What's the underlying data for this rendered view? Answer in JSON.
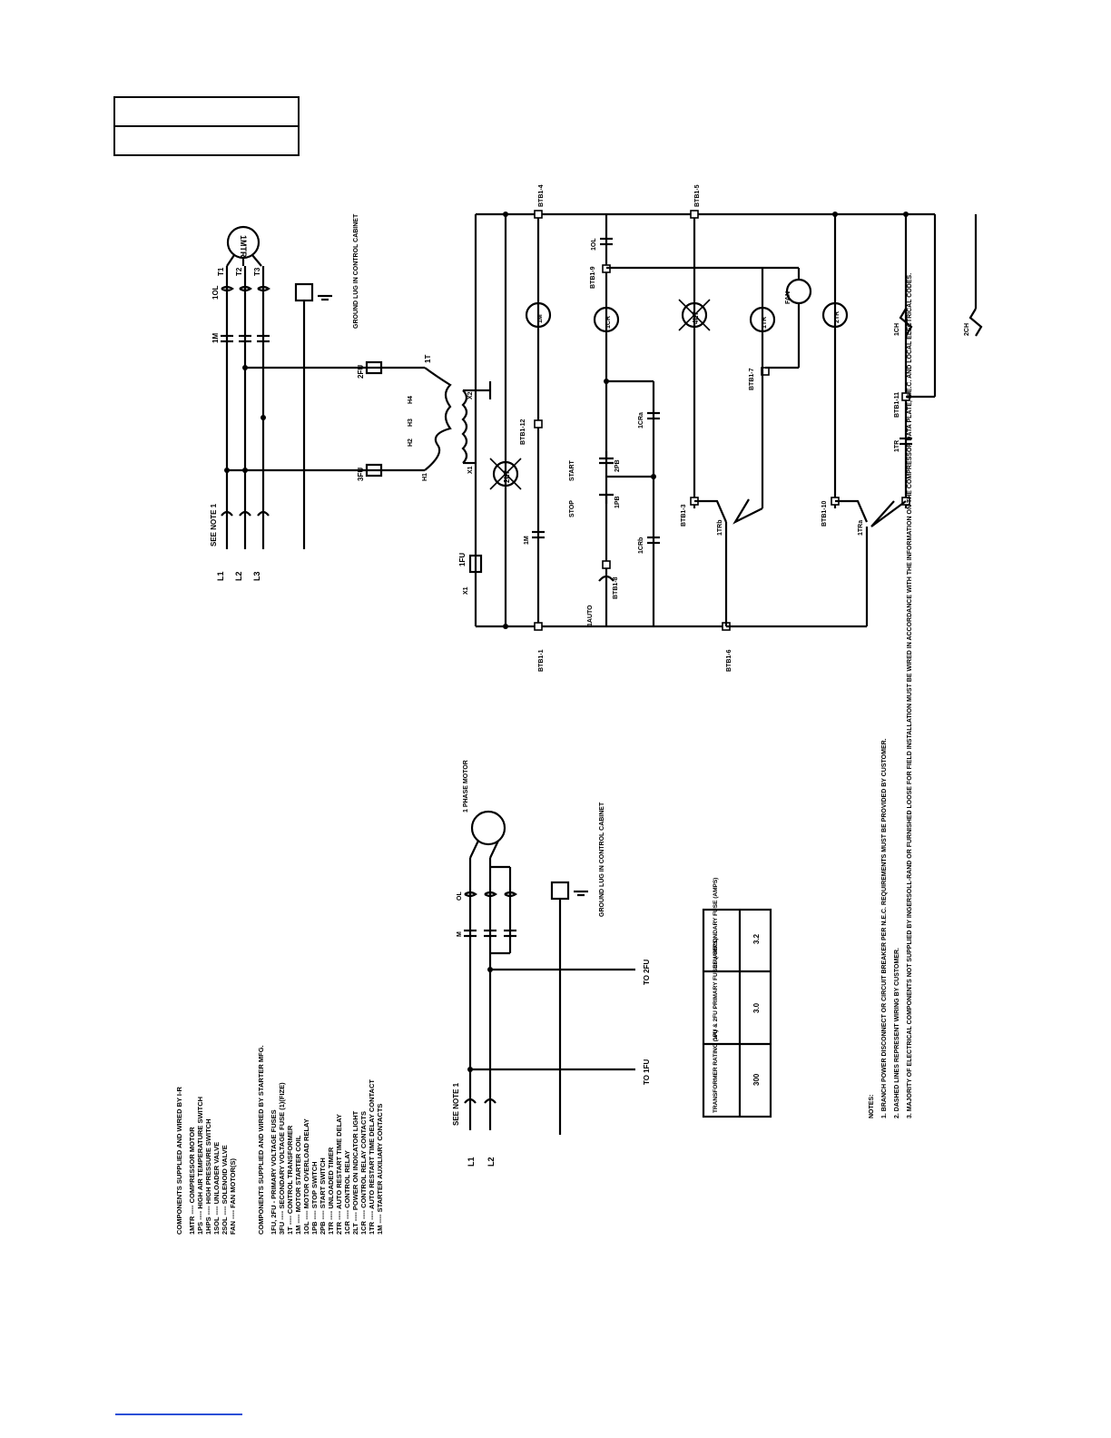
{
  "header_box": {
    "row1": "",
    "row2": ""
  },
  "upper_diagram": {
    "power": {
      "lines": [
        "L1",
        "L2",
        "L3"
      ],
      "note_ref": "SEE NOTE 1",
      "motor_leads": [
        "T1",
        "T2",
        "T3"
      ],
      "motor": "1MTR",
      "overloads": "1OL",
      "contacts": "1M",
      "ground_note": "GROUND LUG IN CONTROL CABINET",
      "fuses": [
        "3FU",
        "2FU"
      ],
      "transformer": {
        "name": "1T",
        "h_terminals": [
          "H1",
          "H2",
          "H3",
          "H4"
        ],
        "x_terminals": [
          "X1",
          "X2"
        ]
      }
    },
    "control": {
      "fuse": "1FU",
      "terminal_1": "X1",
      "terminals": [
        "BTB1-1",
        "BTB1-4",
        "BTB1-5",
        "BTB1-6",
        "BTB1-12",
        "BTB1-3",
        "BTB1-7",
        "BTB1-8",
        "BTB1-9",
        "BTB1-10",
        "BTB1-11"
      ],
      "switches": {
        "auto": "1AUTO",
        "stop": "STOP",
        "start": "START",
        "pb1": "1PB",
        "pb2": "2PB"
      },
      "lights": [
        "2LT",
        "4LT"
      ],
      "coils": [
        "1M",
        "1CR",
        "1TR",
        "2TR",
        "1TR"
      ],
      "contacts": [
        "1CRa",
        "1CRb",
        "1M",
        "1TRb",
        "1TRa",
        "1TR",
        "1OL"
      ],
      "heaters": [
        "1CH",
        "2CH"
      ],
      "fan": "FAN"
    }
  },
  "lower_diagram": {
    "lines": [
      "L1",
      "L2"
    ],
    "note_ref": "SEE NOTE 1",
    "contacts": "M",
    "overloads": "OL",
    "motor": "1 PHASE MOTOR",
    "ground_note": "GROUND LUG IN CONTROL CABINET",
    "to_labels": [
      "TO 1FU",
      "TO 2FU"
    ]
  },
  "components_supplied_by": {
    "heading": "COMPONENTS SUPPLIED AND WIRED BY I-R",
    "items": [
      "1MTR ---- COMPRESSOR MOTOR",
      "1PS ---- HIGH AIR TEMPERATURE SWITCH",
      "1HPS ---- HIGH PRESSURE SWITCH",
      "1SOL ---- UNLOADER VALVE",
      "2SOL ---- SOLENOID VALVE",
      "FAN ---- FAN MOTOR(S)"
    ]
  },
  "components_starter": {
    "heading": "COMPONENTS SUPPLIED AND WIRED BY STARTER MFG.",
    "items": [
      "1FU, 2FU - PRIMARY VOLTAGE FUSES",
      "3FU ---- SECONDARY VOLTAGE FUSE (1)(FIZE)",
      "1T ---- CONTROL TRANSFORMER",
      "1M ---- MOTOR STARTER COIL",
      "1OL ---- MOTOR OVERLOAD RELAY",
      "1PB ---- STOP SWITCH",
      "2PB ---- START SWITCH",
      "1TR ---- UNLOADED TIMER",
      "2TR ---- AUTO RESTART TIME DELAY",
      "1CR ---- CONTROL RELAY",
      "2LT ---- POWER ON INDICATOR LIGHT",
      "1CR ---- CONTROL RELAY CONTACTS",
      "1TR ---- AUTO RESTART TIME DELAY CONTACT",
      "1M ---- STARTER AUXILIARY CONTACTS"
    ]
  },
  "fuse_table": {
    "headers": [
      "TRANSFORMER RATING (VA)",
      "1FU & 2FU PRIMARY FUSES (AMPS)",
      "3FU SECONDARY FUSE (AMPS)"
    ],
    "rows": [
      [
        "300",
        "3.0",
        "3.2"
      ]
    ]
  },
  "notes": {
    "heading": "NOTES:",
    "items": [
      "1. BRANCH POWER DISCONNECT OR CIRCUIT BREAKER PER N.E.C. REQUIREMENTS MUST BE PROVIDED BY CUSTOMER.",
      "2. DASHED LINES REPRESENT WIRING BY CUSTOMER.",
      "3. MAJORITY OF ELECTRICAL COMPONENTS NOT SUPPLIED BY INGERSOLL-RAND OR FURNISHED LOOSE FOR FIELD INSTALLATION MUST BE WIRED IN ACCORDANCE WITH THE INFORMATION ON THE COMPRESSOR DATA PLATE, N.E.C. AND LOCAL ELECTRICAL CODES."
    ]
  }
}
